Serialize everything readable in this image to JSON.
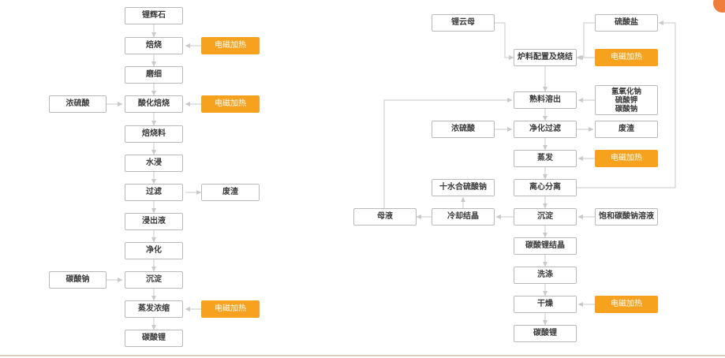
{
  "left_flow": {
    "n1": "锂辉石",
    "n2": "焙烧",
    "n3": "磨细",
    "n4": "酸化焙烧",
    "n5": "焙烧料",
    "n6": "水浸",
    "n7": "过滤",
    "n8": "浸出液",
    "n9": "净化",
    "n10": "沉淀",
    "n11": "蒸发浓缩",
    "n12": "碳酸锂",
    "side_acid": "浓硫酸",
    "side_waste": "废渣",
    "side_na2co3": "碳酸钠",
    "heat_1": "电磁加热",
    "heat_2": "电磁加热",
    "heat_3": "电磁加热"
  },
  "right_flow": {
    "lepidolite": "锂云母",
    "sulfate": "硫酸盐",
    "batching": "炉料配置及烧结",
    "leaching": "熟料溶出",
    "reagents": [
      "氢氧化钠",
      "硫酸钾",
      "碳酸钠"
    ],
    "acid": "浓硫酸",
    "purify_filter": "净化过滤",
    "waste": "废渣",
    "evaporate": "蒸发",
    "centrifuge": "离心分离",
    "decahydrate": "十水合硫酸钠",
    "mother_liquor": "母液",
    "cool_crystal": "冷却结晶",
    "precipitate": "沉淀",
    "sat_na2co3": "饱和碳酸钠溶液",
    "li2co3_crystal": "碳酸锂结晶",
    "washing": "洗涤",
    "drying": "干燥",
    "product": "碳酸锂",
    "heat_1": "电磁加热",
    "heat_2": "电磁加热",
    "heat_3": "电磁加热"
  },
  "colors": {
    "heat_fill": "#f6a21e",
    "node_border": "#b9b9b9",
    "connector": "#c9c9c9"
  }
}
